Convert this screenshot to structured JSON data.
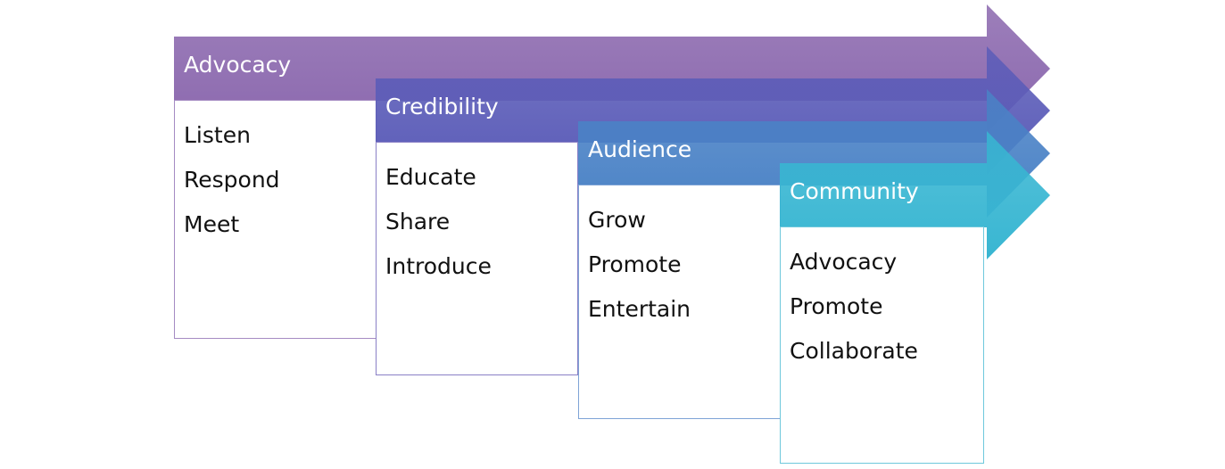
{
  "stages": [
    {
      "title": "Advocacy",
      "items": [
        "Listen",
        "Respond",
        "Meet"
      ],
      "color": "#8b68ae",
      "border": "#a58bc3"
    },
    {
      "title": "Credibility",
      "items": [
        "Educate",
        "Share",
        "Introduce"
      ],
      "color": "#5b5cb8",
      "border": "#8a80c6"
    },
    {
      "title": "Audience",
      "items": [
        "Grow",
        "Promote",
        "Entertain"
      ],
      "color": "#4a82c6",
      "border": "#7ea3d6"
    },
    {
      "title": "Community",
      "items": [
        "Advocacy",
        "Promote",
        "Collaborate"
      ],
      "color": "#38b6d2",
      "border": "#6ec8dc"
    }
  ]
}
